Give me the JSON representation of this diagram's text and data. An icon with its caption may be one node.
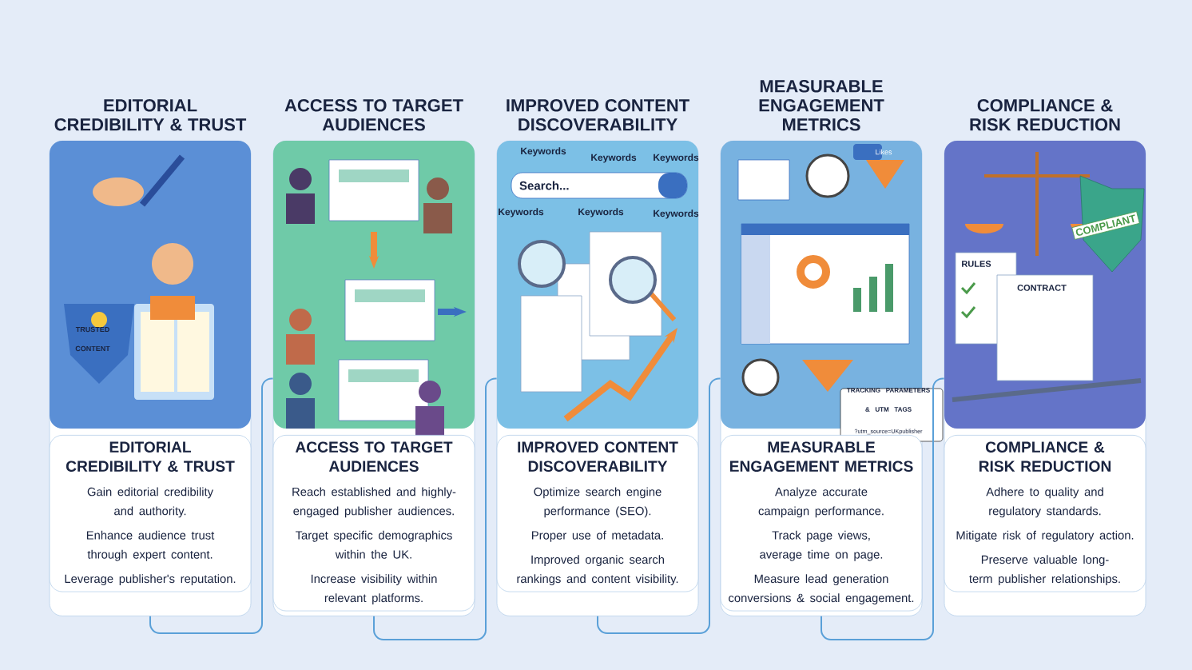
{
  "diagram": {
    "nodes": [
      {
        "text": [
          "EDITORIAL CREDIBILITY & TRUST",
          "EDITORIAL CREDIBILITY & TRUST",
          "Gain editorial credibility and authority.",
          "Enhance audience trust through expert content.",
          "Leverage publisher's reputation."
        ]
      },
      {
        "text": [
          "ACCESS TO TARGET AUDIENCES",
          "ACCESS TO TARGET AUDIENCES",
          "Reach established and highly-engaged publisher audiences.",
          "Target specific demographics within the UK.",
          "Increase visibility within relevant platforms."
        ]
      },
      {
        "text": [
          "IMPROVED CONTENT DISCOVERABILITY",
          "IMPROVED CONTENT DISCOVERABILITY",
          "Optimize search engine performance (SEO).",
          "Proper use of metadata.",
          "Improved organic search rankings and content visibility."
        ]
      },
      {
        "text": [
          "MEASURABLE ENGAGEMENT METRICS",
          "MEASURABLE ENGAGEMENT METRICS",
          "Analyze accurate campaign performance.",
          "Track page views, average time on page.",
          "Measure lead generation conversions & social engagement."
        ]
      },
      {
        "text": [
          "COMPLIANCE & RISK REDUCTION",
          "COMPLIANCE & RISK REDUCTION",
          "Adhere to quality and regulatory standards.",
          "Mitigate risk of regulatory action.",
          "Preserve valuable long-term publisher relationships."
        ]
      }
    ],
    "edges": [
      {
        "from": 0,
        "to": 1,
        "arrow": "none"
      },
      {
        "from": 1,
        "to": 2,
        "arrow": "none"
      },
      {
        "from": 2,
        "to": 3,
        "arrow": "none"
      },
      {
        "from": 3,
        "to": 4,
        "arrow": "none"
      }
    ],
    "labels": [
      "TRUSTED CONTENT",
      "Keywords",
      "Keywords",
      "Keywords",
      "Search...",
      "Keywords",
      "Keywords",
      "Keywords",
      "Likes",
      "TRACKING PARAMETERS & UTM TAGS",
      "?utm_source=UKpublisher",
      "COMPLIANT",
      "RULES",
      "CONTRACT"
    ]
  }
}
